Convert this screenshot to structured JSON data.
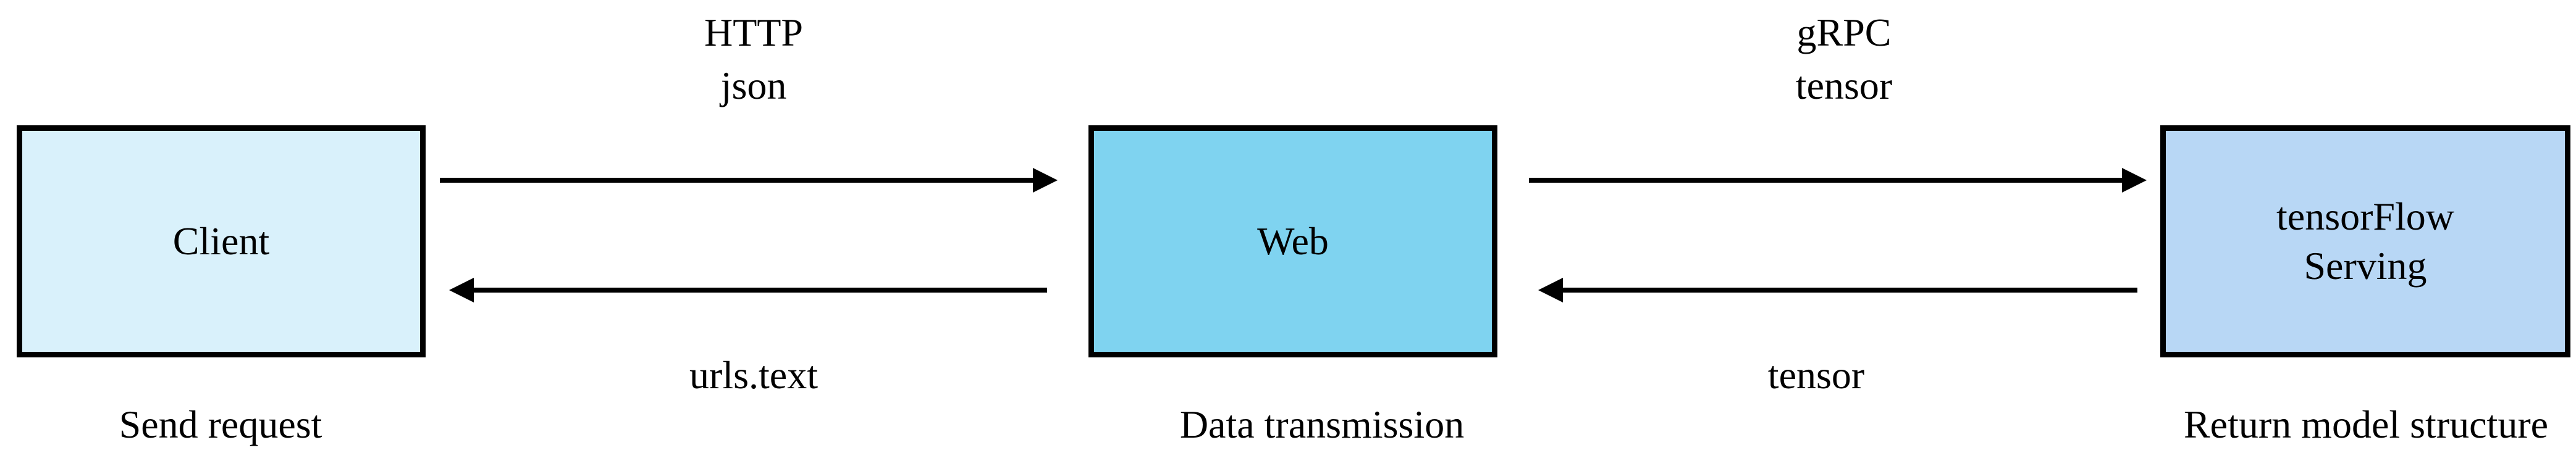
{
  "nodes": {
    "client": {
      "label": "Client"
    },
    "web": {
      "label": "Web"
    },
    "serving": {
      "line1": "tensorFlow",
      "line2": "Serving"
    }
  },
  "edges": {
    "client_to_web": {
      "line1": "HTTP",
      "line2": "json"
    },
    "web_to_client": {
      "label": "urls.text"
    },
    "web_to_serving": {
      "line1": "gRPC",
      "line2": "tensor"
    },
    "serving_to_web": {
      "label": "tensor"
    }
  },
  "captions": {
    "client": "Send request",
    "web": "Data transmission",
    "serving": "Return model structure"
  },
  "colors": {
    "client_fill": "#d9f1fb",
    "web_fill": "#7fd3f0",
    "serving_fill": "#b8d7f5",
    "stroke": "#000000"
  }
}
